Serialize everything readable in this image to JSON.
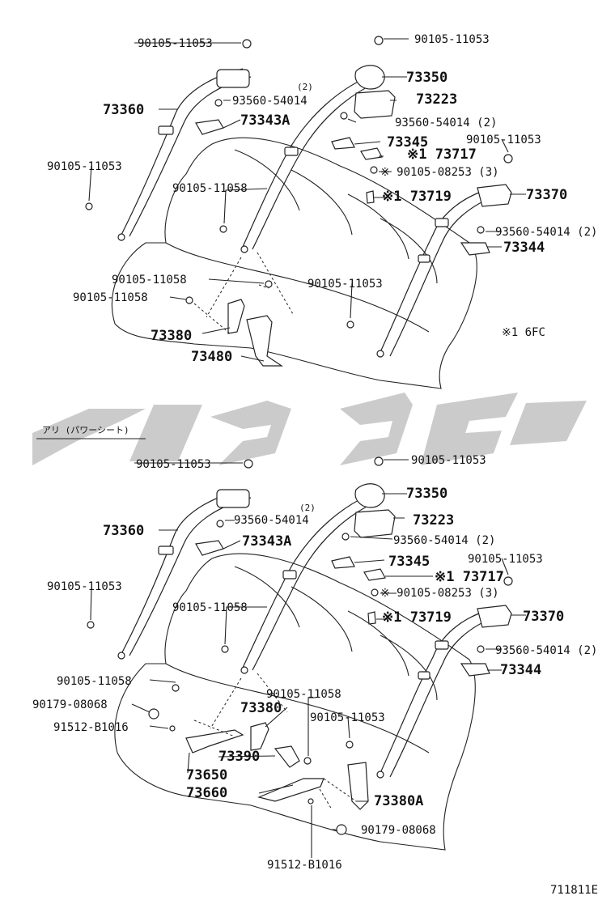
{
  "diagram": {
    "figure_code": "711811E",
    "note_text": "※1  6FC",
    "section_label": "アリ (パワーシート)",
    "upper_labels": [
      {
        "id": "u1",
        "text": "90105-11053"
      },
      {
        "id": "u2",
        "text": "90105-11053"
      },
      {
        "id": "u3",
        "text": "73350"
      },
      {
        "id": "u4",
        "text": "(2)"
      },
      {
        "id": "u5",
        "text": "93560-54014"
      },
      {
        "id": "u6",
        "text": "73223"
      },
      {
        "id": "u7",
        "text": "73360"
      },
      {
        "id": "u8",
        "text": "73343A"
      },
      {
        "id": "u9",
        "text": "93560-54014 (2)"
      },
      {
        "id": "u10",
        "text": "73345"
      },
      {
        "id": "u11",
        "text": "※1 73717"
      },
      {
        "id": "u12",
        "text": "90105-11053"
      },
      {
        "id": "u13",
        "text": "90105-11053"
      },
      {
        "id": "u14",
        "text": "※ 90105-08253 (3)"
      },
      {
        "id": "u15",
        "text": "90105-11058"
      },
      {
        "id": "u16",
        "text": "※1 73719"
      },
      {
        "id": "u17",
        "text": "73370"
      },
      {
        "id": "u18",
        "text": "93560-54014 (2)"
      },
      {
        "id": "u19",
        "text": "73344"
      },
      {
        "id": "u20",
        "text": "90105-11058"
      },
      {
        "id": "u21",
        "text": "90105-11053"
      },
      {
        "id": "u22",
        "text": "90105-11058"
      },
      {
        "id": "u23",
        "text": "73380"
      },
      {
        "id": "u24",
        "text": "73480"
      }
    ],
    "lower_labels": [
      {
        "id": "l1",
        "text": "90105-11053"
      },
      {
        "id": "l2",
        "text": "90105-11053"
      },
      {
        "id": "l3",
        "text": "73350"
      },
      {
        "id": "l4",
        "text": "(2)"
      },
      {
        "id": "l5",
        "text": "93560-54014"
      },
      {
        "id": "l6",
        "text": "73223"
      },
      {
        "id": "l7",
        "text": "73360"
      },
      {
        "id": "l8",
        "text": "73343A"
      },
      {
        "id": "l9",
        "text": "93560-54014 (2)"
      },
      {
        "id": "l10",
        "text": "73345"
      },
      {
        "id": "l11",
        "text": "90105-11053"
      },
      {
        "id": "l12",
        "text": "90105-11053"
      },
      {
        "id": "l13",
        "text": "※1 73717"
      },
      {
        "id": "l14",
        "text": "※ 90105-08253 (3)"
      },
      {
        "id": "l15",
        "text": "90105-11058"
      },
      {
        "id": "l16",
        "text": "※1 73719"
      },
      {
        "id": "l17",
        "text": "73370"
      },
      {
        "id": "l18",
        "text": "93560-54014 (2)"
      },
      {
        "id": "l19",
        "text": "73344"
      },
      {
        "id": "l20",
        "text": "90105-11058"
      },
      {
        "id": "l21",
        "text": "90105-11058"
      },
      {
        "id": "l22",
        "text": "90179-08068"
      },
      {
        "id": "l23",
        "text": "73380"
      },
      {
        "id": "l24",
        "text": "90105-11053"
      },
      {
        "id": "l25",
        "text": "91512-B1016"
      },
      {
        "id": "l26",
        "text": "73390"
      },
      {
        "id": "l27",
        "text": "73650"
      },
      {
        "id": "l28",
        "text": "73660"
      },
      {
        "id": "l29",
        "text": "73380A"
      },
      {
        "id": "l30",
        "text": "90179-08068"
      },
      {
        "id": "l31",
        "text": "91512-B1016"
      }
    ]
  }
}
